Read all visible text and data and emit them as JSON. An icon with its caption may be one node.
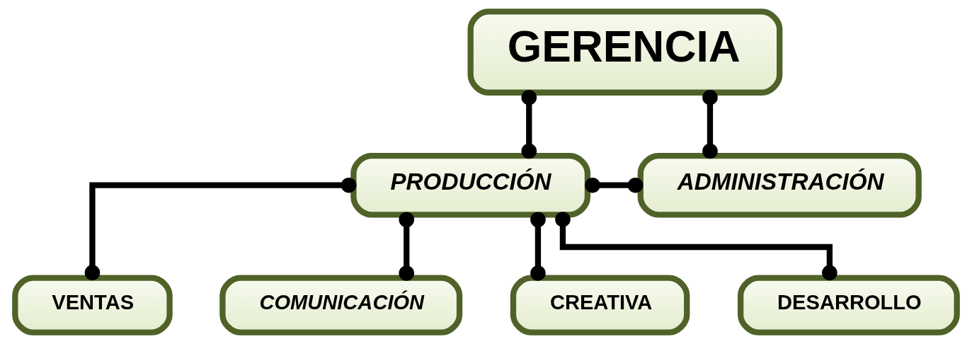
{
  "diagram": {
    "nodes": [
      {
        "text": [
          "GERENCIA"
        ]
      },
      {
        "text": [
          "PRODUCCIÓN"
        ]
      },
      {
        "text": [
          "ADMINISTRACIÓN"
        ]
      },
      {
        "text": [
          "VENTAS"
        ]
      },
      {
        "text": [
          "COMUNICACIÓN"
        ]
      },
      {
        "text": [
          "CREATIVA"
        ]
      },
      {
        "text": [
          "DESARROLLO"
        ]
      }
    ],
    "edges": [
      {
        "from": 0,
        "to": 1,
        "arrow": "other"
      },
      {
        "from": 0,
        "to": 2,
        "arrow": "other"
      },
      {
        "from": 1,
        "to": 2,
        "arrow": "other"
      },
      {
        "from": 1,
        "to": 3,
        "arrow": "other"
      },
      {
        "from": 1,
        "to": 4,
        "arrow": "other"
      },
      {
        "from": 1,
        "to": 5,
        "arrow": "other"
      },
      {
        "from": 1,
        "to": 6,
        "arrow": "other"
      }
    ]
  }
}
